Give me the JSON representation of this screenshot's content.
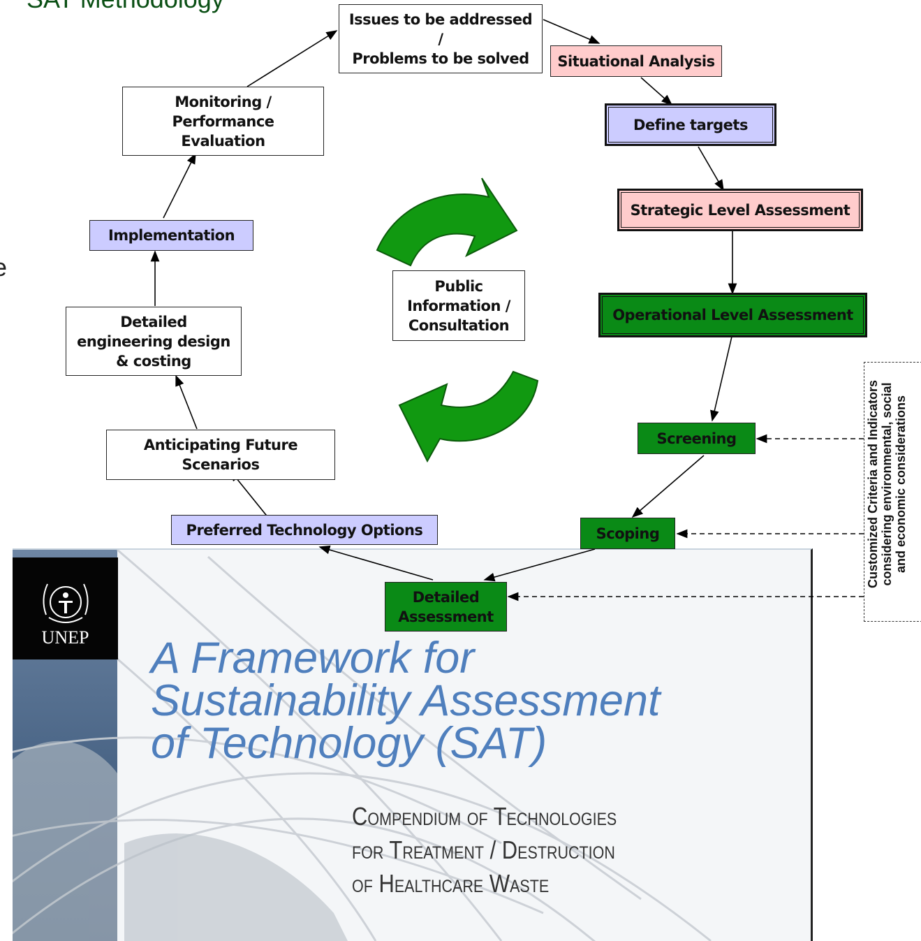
{
  "heading": "SAT Methodology",
  "side_letter": "e",
  "nodes": {
    "issues": "Issues to be addressed\n/\nProblems to be solved",
    "situational": "Situational Analysis",
    "targets": "Define targets",
    "strategic": "Strategic Level Assessment",
    "operational": "Operational Level Assessment",
    "screening": "Screening",
    "scoping": "Scoping",
    "detailed_assessment": "Detailed\nAssessment",
    "preferred": "Preferred Technology Options",
    "future": "Anticipating Future\nScenarios",
    "engineering": "Detailed\nengineering design\n& costing",
    "implementation": "Implementation",
    "monitoring": "Monitoring /\nPerformance\nEvaluation",
    "public": "Public\nInformation   /\nConsultation"
  },
  "side_note": "Customized Criteria and Indicators\nconsidering environmental, social\nand economic considerations",
  "cover": {
    "logo_text": "UNEP",
    "title_line1": "A Framework for",
    "title_line2": "Sustainability Assessment",
    "title_line3": "of Technology (SAT)",
    "subtitle_line1": "Compendium of Technologies",
    "subtitle_line2": "for Treatment / Destruction",
    "subtitle_line3": "of Healthcare Waste"
  },
  "colors": {
    "pink": "#ffcccc",
    "lavender": "#ccccff",
    "green": "#0a8a16",
    "arrow_green": "#119911",
    "title_blue": "#4f7fbd",
    "heading_green": "#0a4f14"
  }
}
